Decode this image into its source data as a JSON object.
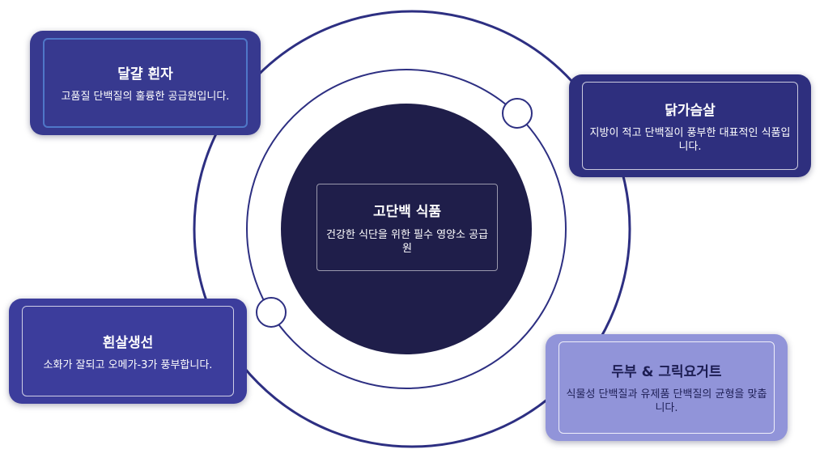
{
  "center": {
    "title": "고단백 식품",
    "description": "건강한 식단을 위한 필수 영양소 공급원"
  },
  "cards": {
    "egg": {
      "title": "달걀 흰자",
      "description": "고품질 단백질의 훌륭한 공급원입니다."
    },
    "chicken": {
      "title": "닭가슴살",
      "description": "지방이 적고 단백질이 풍부한 대표적인 식품입니다."
    },
    "fish": {
      "title": "흰살생선",
      "description": "소화가 잘되고 오메가-3가 풍부합니다."
    },
    "tofu": {
      "title": "두부 & 그릭요거트",
      "description": "식물성 단백질과 유제품 단백질의 균형을 맞춥니다."
    }
  },
  "colors": {
    "ring_stroke": "#2d2f82",
    "center_fill": "#1f1e4a",
    "card_egg": "#37398f",
    "card_chicken": "#2e2f7e",
    "card_fish": "#3c3d9c",
    "card_tofu": "#9194d9"
  }
}
